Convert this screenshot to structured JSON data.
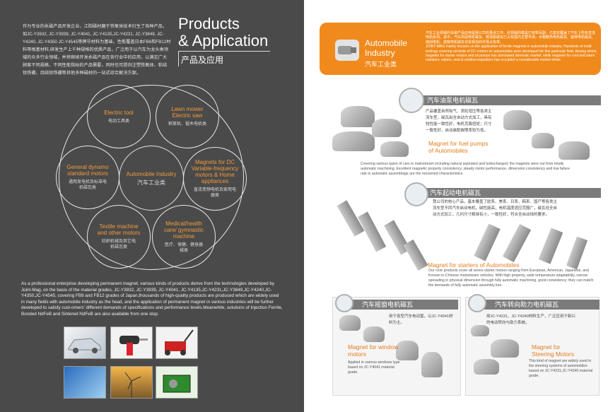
{
  "left": {
    "intro_cn": "作为专业的永磁产品开发企业，江阳磁材磨于铁氧体技术衍生了各种产品，如JC-Y3932, JC-Y3939, JC-Y4041, JC-Y4135,JC-Y4231, JC-Y3849, JC-Y4240, JC-Y4350 JC-Y4545等牌号材料为基础，性能覆盖日本FB6和FB12材料等根基材料,研发生产上千种规格的优质产品，广泛用于以汽车为龙头类领域的众多行业领域，并将继续开发永磁产品在各行业中的应用，以满足广大顾客不同规格、不同性能指标的产品需要，同时也可提供注塑铁氧体、粘结钕铁硼、烧结钕铁硼等其他多种磁材的一站式综合解决方案。",
    "title_line1": "Products",
    "title_line2": "& Application",
    "title_cn": "产品及应用",
    "diagram": {
      "center": {
        "en": "Automobile Industry",
        "cn": "汽车工业类"
      },
      "items": [
        {
          "en": "Electric tool",
          "cn": "电动工具类"
        },
        {
          "en": "Lawn mower Electric saw",
          "cn": "割草机、锯木电机类"
        },
        {
          "en": "Magnets for DC Variable-frequency motors & Home appliances",
          "cn": "直流变频电机及家用电器类"
        },
        {
          "en": "Medical/health care/ gymnastic machine",
          "cn": "医疗、保健、健身器械类"
        },
        {
          "en": "Textile machine and other motors",
          "cn": "纺织机械及其它电机磁瓦类"
        },
        {
          "en": "General dynamo standard motors",
          "cn": "通用发电机及标准电机磁瓦类"
        }
      ]
    },
    "paragraph_en": "As a professional enterprise developing permanent magnet, various kinds of products derive from the technologies developed by Joint-Mag, on the basis of the material grades, JC-Y3932, JC-Y3939, JC-Y4041, JC-Y4135,JC-Y4231,JC-Y3849,JC-Y4240,JC-Y4350,JC-Y4545, covering FB9 and FB12 grades of Japan,thousands of high-quality products are produced which are widely used in many fields with automobile industry as the head, and the application of permanent magnet in various industries will be further developed to satisfy cust-omers' different demands of specifications and performance levels.Meanwhile, solutions of Injection Ferrite, Bonded NdFeB and Sintered NdFeB are also available from one stop."
  },
  "right": {
    "auto_title_line1": "Automobile",
    "auto_title_line2": "Industry",
    "auto_cn": "汽车工业类",
    "auto_text_cn": "汽车工业领域的永磁产品应用是我公司的重点工作。此领域的模具已有数百副，已基本覆盖了汽车上所有直流电机系列。其中，汽车启动电机磁瓦、燃油泵磁瓦已占有国内主要市场，水箱散热电机磁瓦、座椅电机磁瓦、雨刮电机、摇窗电机磁瓦也有相当的市场占有率。",
    "auto_text_en": "JOINT-MAG mainly focuses on the application of ferrite magnets in automobile industry. Hundreds of mold toolings covering all kinds of DC motors on automobiles were developed for this particular field. Among which, magnets for starter motors and oil pumps has dominated domestic market, while magnets for cool and warm radiators, wipers, seat & window-regulators has occupied a considerable market either.",
    "sec1": {
      "bar": "汽车油泵电机磁瓦",
      "cn": "产品覆盖自然吸气、涡轮增压等各类主流车型，磁瓦由全自动方式加工，具有较性能一致性好，电机克服扭矩；尺寸一致性好，自动装配故障率较为低。",
      "title_line1": "Magnet for fuel pumps",
      "title_line2": "of Automobiles",
      "en": "Covering various types of cars in mainstream including natural aspirated and turbocharged, the magnets were out from totally automatic machining. Excellent magnetic property consistency, steady motor performance, dimension consistency and low failure rate in automatic assemblage are the renowned characteristics."
    },
    "sec2": {
      "bar": "汽车起动电机磁瓦",
      "cn": "我公司的核心产品，基本覆盖了欧系、美系、日系、韩系、国产等各类主流车型不同汽车启动电机，磁性能高，电机温度适应范围广，磁瓦经全自动方式加工，几何尺寸精准有小，一致性好，符合全自动线的要求。",
      "title": "Magnet for starters of Automobiles",
      "en": "Our core products cover all series starter motors ranging from European, American, Japanese, and Korean to Chinese mainstream vehicles. With high property, wide temperature adaptability, narrow spreading in physical dimension through fully automatic machining, good consistency; they can match the demands of fully automatic assembly line."
    },
    "sec3": {
      "bar": "汽车摇窗电机磁瓦",
      "cn": "用于各型汽车电动窗，以JC-Y4041材料为主。",
      "title_line1": "Magnet for window",
      "title_line2": "motors",
      "en": "Applied in various windows type based on JC-Y4041 material grade."
    },
    "sec4": {
      "bar": "汽车转向助力电机磁瓦",
      "cn": "用JC-Y4231、JC-Y4240材料生产，广泛应用于新兴的电动转向与助力系统。",
      "title_line1": "Magnet for",
      "title_line2": "Steering Motors",
      "en": "This kind of magnet are widely used in the steering systems of automobiles based on JC-Y4231,JC-Y4240 material grade."
    }
  },
  "colors": {
    "orange": "#f08a1c",
    "accent_text": "#e57d1a",
    "dark_bg": "#4a4a4a"
  }
}
